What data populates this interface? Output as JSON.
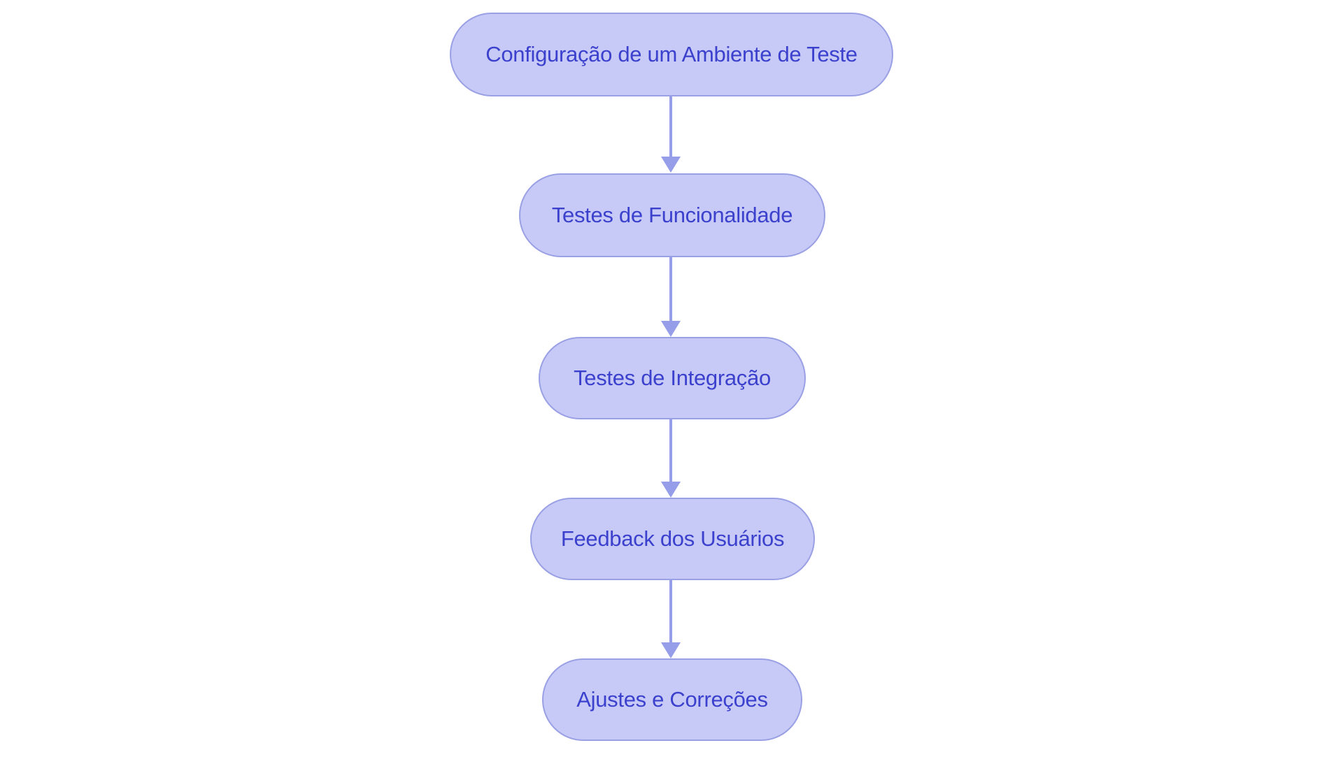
{
  "diagram": {
    "type": "flowchart",
    "direction": "top-down",
    "nodes": [
      {
        "label": "Configuração de um Ambiente de Teste"
      },
      {
        "label": "Testes de Funcionalidade"
      },
      {
        "label": "Testes de Integração"
      },
      {
        "label": "Feedback dos Usuários"
      },
      {
        "label": "Ajustes e Correções"
      }
    ],
    "edges": [
      {
        "from": "Configuração de um Ambiente de Teste",
        "to": "Testes de Funcionalidade"
      },
      {
        "from": "Testes de Funcionalidade",
        "to": "Testes de Integração"
      },
      {
        "from": "Testes de Integração",
        "to": "Feedback dos Usuários"
      },
      {
        "from": "Feedback dos Usuários",
        "to": "Ajustes e Correções"
      }
    ],
    "colors": {
      "background": "#ffffff",
      "node_fill": "#c7caf7",
      "node_border": "#9aa0e4",
      "node_text": "#3b41cd",
      "arrow": "#969de9"
    }
  }
}
